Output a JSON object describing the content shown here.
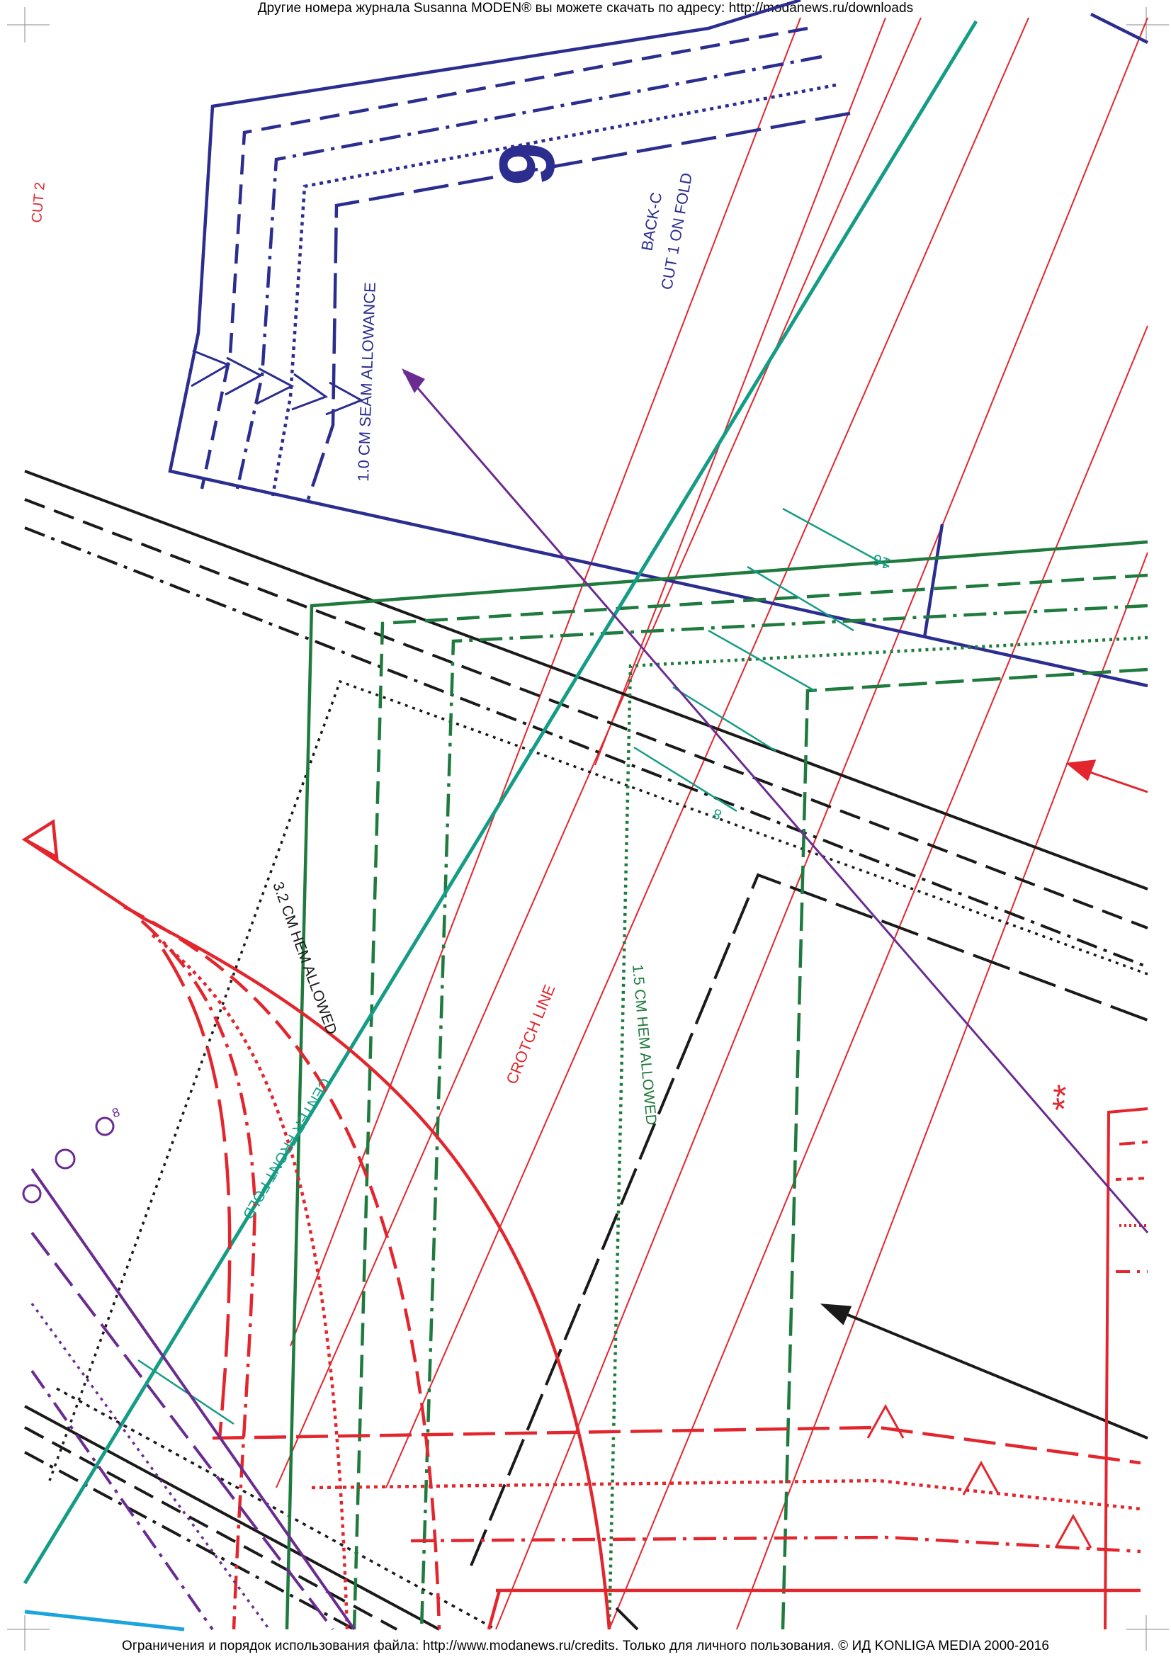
{
  "header": {
    "download_note": "Другие номера журнала Susanna MODEN® вы можете скачать по адресу: http://modanews.ru/downloads"
  },
  "footer": {
    "rights_note": "Ограничения и порядок использования файла: http://www.modanews.ru/credits. Только для личного пользования. © ИД KONLIGA MEDIA 2000-2016"
  },
  "piece": {
    "number": "9",
    "name": "BACK-C",
    "cut_instruction": "CUT 1 ON FOLD"
  },
  "labels": {
    "cut_2": "CUT 2",
    "seam_allowance": "1.0 CM SEAM ALLOWANCE",
    "hem_allowance_3_2": "3.2 CM HEM ALLOWED",
    "hem_allowance_1_5": "1.5 CM HEM ALLOWED",
    "crotch_line": "CROTCH LINE",
    "center_front_fold": "CENTER FRONT FOLD",
    "size_16": "16",
    "size_8_green": "8",
    "size_8_purple": "8",
    "stars": "**"
  },
  "colors": {
    "navy": "#2b2d8f",
    "red": "#e3262d",
    "green": "#1f7a3d",
    "teal": "#149c84",
    "purple": "#6a2c91",
    "black": "#1a1a1a",
    "cyan": "#1aa3dd"
  }
}
